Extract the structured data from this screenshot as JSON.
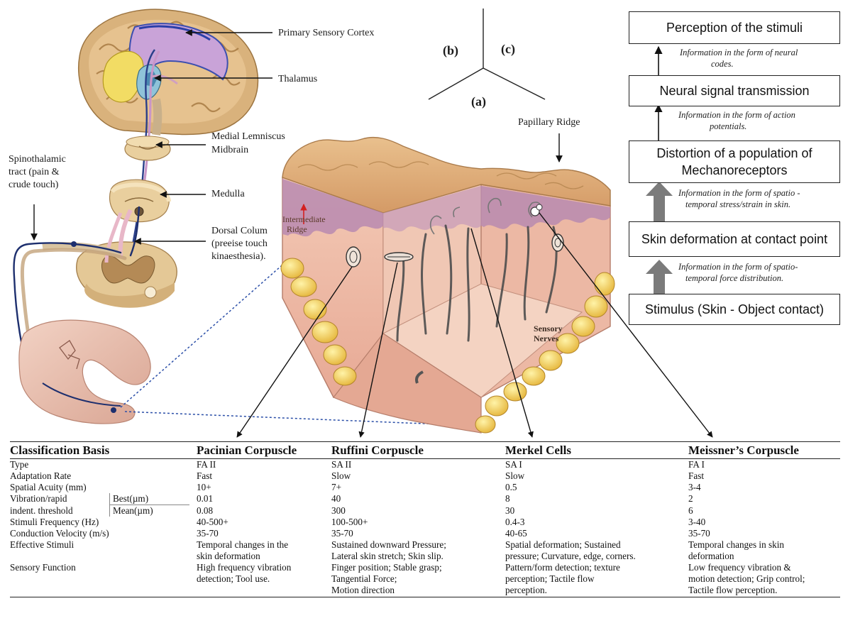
{
  "panel_labels": {
    "a": "(a)",
    "b": "(b)",
    "c": "(c)"
  },
  "pathway_labels": {
    "cortex": "Primary Sensory Cortex",
    "thalamus": "Thalamus",
    "lemniscus_1": "Medial Lemniscus",
    "lemniscus_2": "Midbrain",
    "medulla": "Medulla",
    "dorsal_1": "Dorsal Colum",
    "dorsal_2": "(preeise touch",
    "dorsal_3": "kinaesthesia).",
    "spino_1": "Spinothalamic",
    "spino_2": "tract (pain &",
    "spino_3": "crude touch)"
  },
  "skin_labels": {
    "papillary": "Papillary  Ridge",
    "intermediate_1": "Intermediate",
    "intermediate_2": "Ridge",
    "nerves_1": "Sensory",
    "nerves_2": "Nerves"
  },
  "flowchart": {
    "steps": [
      "Perception of the stimuli",
      "Neural signal transmission",
      "Distortion of a population of\nMechanoreceptors",
      "Skin deformation at contact point",
      "Stimulus (Skin - Object contact)"
    ],
    "notes": [
      [
        "Information in the form of neural",
        "codes."
      ],
      [
        "Information in the form of action",
        "potentials."
      ],
      [
        "Information in the form of spatio -",
        "temporal stress/strain in skin."
      ],
      [
        "Information in the form of spatio-",
        "temporal force distribution."
      ]
    ]
  },
  "table": {
    "headers": [
      "Classification Basis",
      "Pacinian Corpuscle",
      "Ruffini  Corpuscle",
      "Merkel Cells",
      "Meissner’s Corpuscle"
    ],
    "rows": [
      [
        "Type",
        "FA II",
        "SA II",
        "SA I",
        "FA I"
      ],
      [
        "Adaptation Rate",
        "Fast",
        "Slow",
        "Slow",
        "Fast"
      ],
      [
        "Spatial Acuity (mm)",
        "10+",
        "7+",
        "0.5",
        "3-4"
      ],
      [
        "Vibration/rapid|Best(µm)",
        "0.01",
        "40",
        "8",
        "2"
      ],
      [
        "indent. threshold|Mean(µm)",
        "0.08",
        "300",
        "30",
        "6"
      ],
      [
        "Stimuli Frequency (Hz)",
        "40-500+",
        "100-500+",
        "0.4-3",
        "3-40"
      ],
      [
        "Conduction Velocity (m/s)",
        "35-70",
        "35-70",
        "40-65",
        "35-70"
      ],
      [
        "Effective Stimuli",
        "Temporal changes in the\nskin deformation",
        "Sustained downward Pressure;\nLateral skin stretch; Skin slip.",
        "Spatial deformation; Sustained\npressure; Curvature, edge, corners.",
        "Temporal changes in skin\ndeformation"
      ],
      [
        "Sensory Function",
        "High frequency vibration\ndetection; Tool use.",
        "Finger position; Stable grasp;\nTangential Force;\nMotion direction",
        "Pattern/form detection; texture\nperception; Tactile flow\nperception.",
        "Low frequency vibration &\nmotion detection; Grip control;\nTactile flow perception."
      ]
    ]
  }
}
